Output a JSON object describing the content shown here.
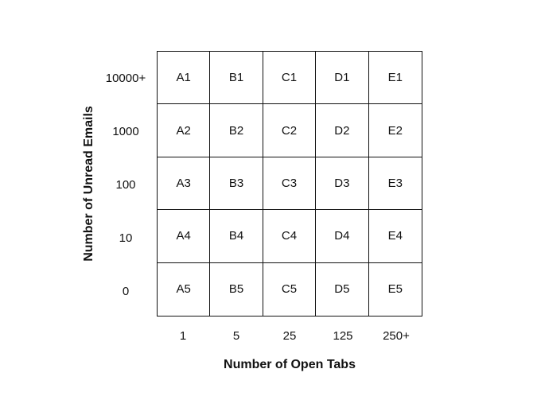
{
  "grid": {
    "rows": [
      [
        "A1",
        "B1",
        "C1",
        "D1",
        "E1"
      ],
      [
        "A2",
        "B2",
        "C2",
        "D2",
        "E2"
      ],
      [
        "A3",
        "B3",
        "C3",
        "D3",
        "E3"
      ],
      [
        "A4",
        "B4",
        "C4",
        "D4",
        "E4"
      ],
      [
        "A5",
        "B5",
        "C5",
        "D5",
        "E5"
      ]
    ]
  },
  "y_axis": {
    "title": "Number of Unread Emails",
    "ticks": [
      "10000+",
      "1000",
      "100",
      "10",
      "0"
    ]
  },
  "x_axis": {
    "title": "Number of Open Tabs",
    "ticks": [
      "1",
      "5",
      "25",
      "125",
      "250+"
    ]
  }
}
